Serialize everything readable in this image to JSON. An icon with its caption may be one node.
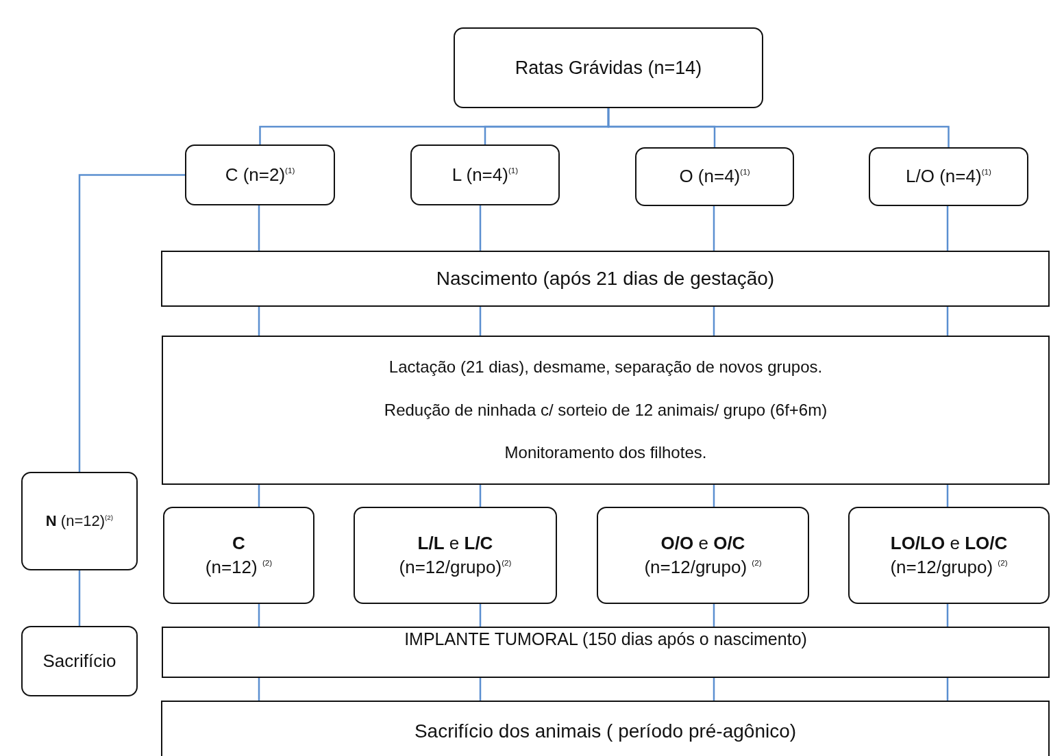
{
  "diagram": {
    "nodes": [
      {
        "text": [
          "Ratas Grávidas (n=14)"
        ]
      },
      {
        "text": [
          "C (n=2)$^{(1)}$"
        ]
      },
      {
        "text": [
          "L (n=4)$^{(1)}$"
        ]
      },
      {
        "text": [
          "O (n=4)$^{(1)}$"
        ]
      },
      {
        "text": [
          "L/O (n=4)$^{(1)}$"
        ]
      },
      {
        "text": [
          "Nascimento (após 21 dias de gestação)"
        ]
      },
      {
        "text": [
          "Lactação (21 dias), desmame, separação de novos grupos.",
          "Redução de ninhada c/ sorteio de 12 animais/ grupo (6f+6m)",
          "Monitoramento dos filhotes."
        ]
      },
      {
        "text": [
          "**N** (n=12)$^{(2)}$"
        ]
      },
      {
        "text": [
          "**C**",
          "(n=12) $^{(2)}$"
        ]
      },
      {
        "text": [
          "**L/L** e **L/C**",
          "(n=12/grupo)$^{(2)}$"
        ]
      },
      {
        "text": [
          "**O/O** e **O/C**",
          "(n=12/grupo) $^{(2)}$"
        ]
      },
      {
        "text": [
          "**LO/LO** e **LO/C**",
          "(n=12/grupo) $^{(2)}$"
        ]
      },
      {
        "text": [
          "Sacrifício"
        ]
      },
      {
        "text": [
          "IMPLANTE TUMORAL (150 dias após o nascimento)"
        ]
      },
      {
        "text": [
          "Sacrifício dos animais ( período pré-agônico)"
        ]
      }
    ],
    "edges": [
      {
        "from": 0,
        "to": 1,
        "arrow": "none"
      },
      {
        "from": 0,
        "to": 2,
        "arrow": "none"
      },
      {
        "from": 0,
        "to": 3,
        "arrow": "none"
      },
      {
        "from": 0,
        "to": 4,
        "arrow": "none"
      },
      {
        "from": 1,
        "to": 7,
        "arrow": "none"
      },
      {
        "from": 1,
        "to": 5,
        "arrow": "none"
      },
      {
        "from": 2,
        "to": 5,
        "arrow": "none"
      },
      {
        "from": 3,
        "to": 5,
        "arrow": "none"
      },
      {
        "from": 4,
        "to": 5,
        "arrow": "none"
      },
      {
        "from": 5,
        "to": 6,
        "arrow": "none"
      },
      {
        "from": 5,
        "to": 6,
        "arrow": "none"
      },
      {
        "from": 5,
        "to": 6,
        "arrow": "none"
      },
      {
        "from": 5,
        "to": 6,
        "arrow": "none"
      },
      {
        "from": 6,
        "to": 8,
        "arrow": "none"
      },
      {
        "from": 6,
        "to": 9,
        "arrow": "none"
      },
      {
        "from": 6,
        "to": 10,
        "arrow": "none"
      },
      {
        "from": 6,
        "to": 11,
        "arrow": "none"
      },
      {
        "from": 7,
        "to": 12,
        "arrow": "none"
      },
      {
        "from": 8,
        "to": 13,
        "arrow": "none"
      },
      {
        "from": 9,
        "to": 13,
        "arrow": "none"
      },
      {
        "from": 10,
        "to": 13,
        "arrow": "none"
      },
      {
        "from": 11,
        "to": 13,
        "arrow": "none"
      },
      {
        "from": 13,
        "to": 14,
        "arrow": "none"
      },
      {
        "from": 13,
        "to": 14,
        "arrow": "none"
      },
      {
        "from": 13,
        "to": 14,
        "arrow": "none"
      },
      {
        "from": 13,
        "to": 14,
        "arrow": "none"
      }
    ]
  }
}
